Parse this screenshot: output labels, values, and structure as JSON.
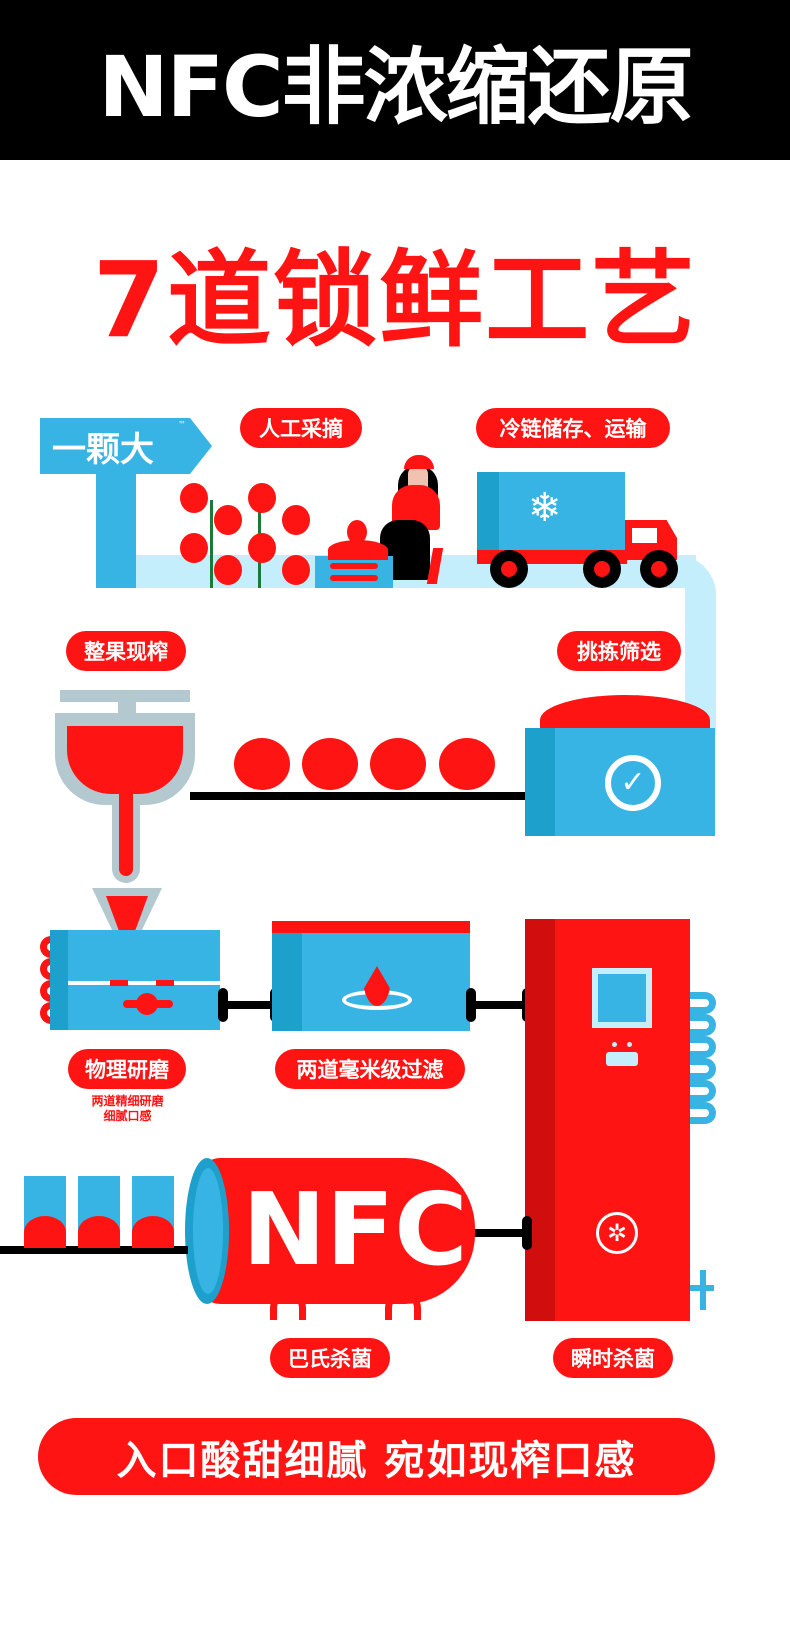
{
  "header": {
    "title": "NFC非浓缩还原"
  },
  "subtitle": "7道锁鲜工艺",
  "brand": {
    "logo_text": "一颗大",
    "tm": "™"
  },
  "steps": [
    {
      "label": "人工采摘"
    },
    {
      "label": "冷链储存、运输"
    },
    {
      "label": "挑拣筛选"
    },
    {
      "label": "整果现榨"
    },
    {
      "label": "物理研磨",
      "note_lines": [
        "两道精细研磨",
        "细腻口感"
      ]
    },
    {
      "label": "两道毫米级过滤"
    },
    {
      "label": "瞬时杀菌"
    },
    {
      "label": "巴氏杀菌"
    }
  ],
  "tank_label": "NFC",
  "footer": "入口酸甜细腻  宛如现榨口感",
  "colors": {
    "red": "#ff1414",
    "blue": "#38b4e4",
    "light_blue": "#c4eefb",
    "black": "#000000"
  }
}
